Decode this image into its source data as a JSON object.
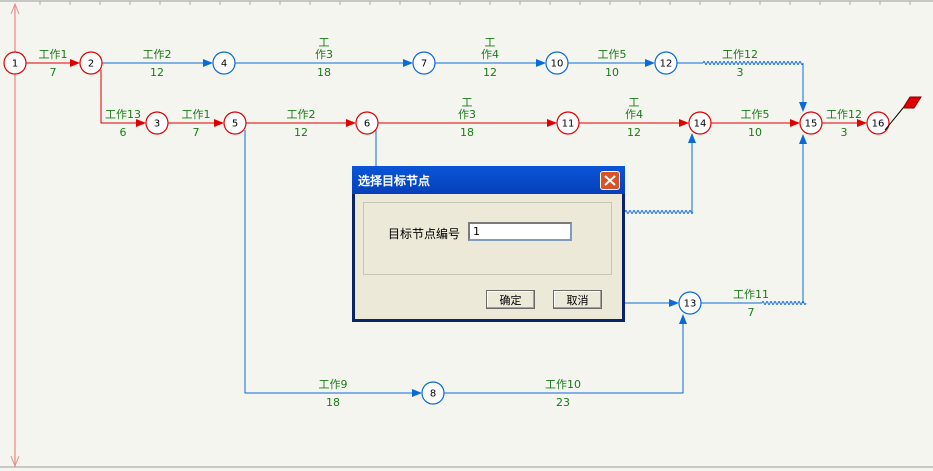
{
  "colors": {
    "critical": "#e00000",
    "normal": "#0a6ad8",
    "text": "#1a7a1a",
    "axis": "#f08a8a"
  },
  "nodes": [
    {
      "id": "1",
      "critical": true
    },
    {
      "id": "2",
      "critical": true
    },
    {
      "id": "4",
      "critical": false
    },
    {
      "id": "7",
      "critical": false
    },
    {
      "id": "10",
      "critical": false
    },
    {
      "id": "12",
      "critical": false
    },
    {
      "id": "3",
      "critical": true
    },
    {
      "id": "5",
      "critical": true
    },
    {
      "id": "6",
      "critical": true
    },
    {
      "id": "11",
      "critical": true
    },
    {
      "id": "14",
      "critical": true
    },
    {
      "id": "15",
      "critical": true
    },
    {
      "id": "16",
      "critical": true
    },
    {
      "id": "13",
      "critical": false
    },
    {
      "id": "8",
      "critical": false
    }
  ],
  "tasks": [
    {
      "name": "工作1",
      "duration": "7",
      "from": "1",
      "to": "2",
      "critical": true
    },
    {
      "name": "工作2",
      "duration": "12",
      "from": "2",
      "to": "4",
      "critical": false
    },
    {
      "name": "工\n作3",
      "duration": "18",
      "from": "4",
      "to": "7",
      "critical": false
    },
    {
      "name": "工\n作4",
      "duration": "12",
      "from": "7",
      "to": "10",
      "critical": false
    },
    {
      "name": "工作5",
      "duration": "10",
      "from": "10",
      "to": "12",
      "critical": false
    },
    {
      "name": "工作12",
      "duration": "3",
      "from": "12",
      "to": "15",
      "critical": false
    },
    {
      "name": "工作13",
      "duration": "6",
      "from": "2",
      "to": "3",
      "critical": true
    },
    {
      "name": "工作1",
      "duration": "7",
      "from": "3",
      "to": "5",
      "critical": true
    },
    {
      "name": "工作2",
      "duration": "12",
      "from": "5",
      "to": "6",
      "critical": true
    },
    {
      "name": "工\n作3",
      "duration": "18",
      "from": "6",
      "to": "11",
      "critical": true
    },
    {
      "name": "工\n作4",
      "duration": "12",
      "from": "11",
      "to": "14",
      "critical": true
    },
    {
      "name": "工作5",
      "duration": "10",
      "from": "14",
      "to": "15",
      "critical": true
    },
    {
      "name": "工作12",
      "duration": "3",
      "from": "15",
      "to": "16",
      "critical": true
    },
    {
      "name": "工作11",
      "duration": "7",
      "from": "13",
      "to": "15",
      "critical": false
    },
    {
      "name": "工作9",
      "duration": "18",
      "from": "5",
      "to": "8",
      "critical": false
    },
    {
      "name": "工作10",
      "duration": "23",
      "from": "8",
      "to": "13",
      "critical": false
    }
  ],
  "dialog": {
    "title": "选择目标节点",
    "field_label": "目标节点编号",
    "field_value": "1",
    "ok_label": "确定",
    "cancel_label": "取消"
  }
}
